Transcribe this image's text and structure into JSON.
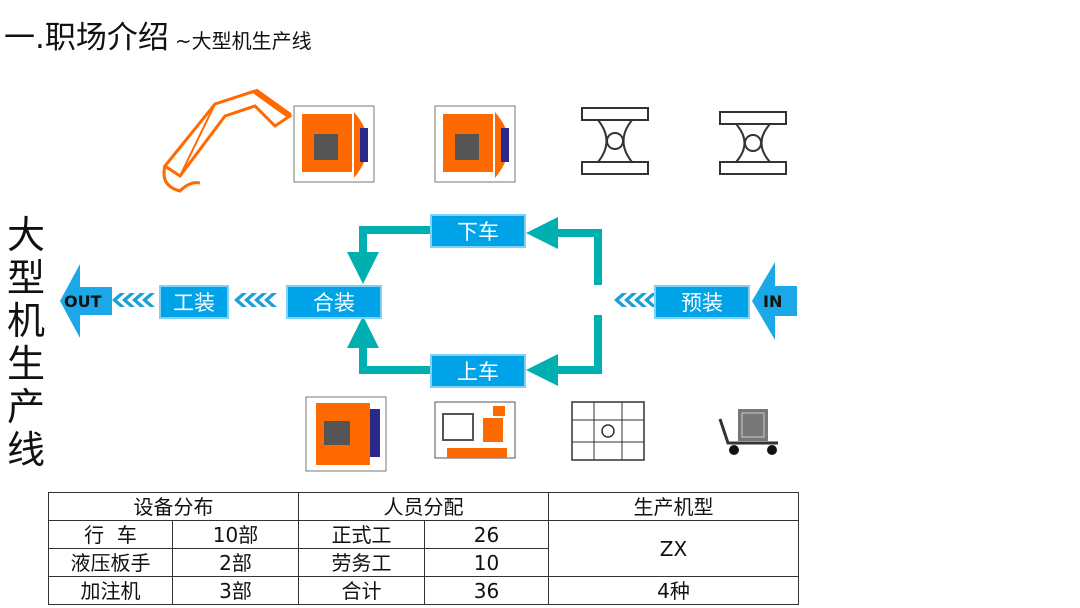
{
  "header": {
    "title": "一.职场介绍",
    "subtitle": "~大型机生产线"
  },
  "side_title": [
    "大",
    "型",
    "机",
    "生",
    "产",
    "线"
  ],
  "flow": {
    "out_label": "OUT",
    "in_label": "IN",
    "nodes": {
      "gongzhuang": "工装",
      "hezhuang": "合装",
      "xiache": "下车",
      "shangche": "上车",
      "yuzhuang": "预装"
    }
  },
  "icons": {
    "top": [
      "excavator-arm-icon",
      "upper-body-icon",
      "upper-body-icon",
      "lower-frame-icon",
      "lower-frame-icon"
    ],
    "bottom": [
      "upper-body-icon",
      "upper-frame-icon",
      "frame-outline-icon",
      "cart-icon"
    ]
  },
  "table": {
    "headers": {
      "equipment": "设备分布",
      "staff": "人员分配",
      "models": "生产机型"
    },
    "rows": [
      {
        "eq_name": "行  车",
        "eq_count": "10部",
        "st_name": "正式工",
        "st_count": "26"
      },
      {
        "eq_name": "液压板手",
        "eq_count": "2部",
        "st_name": "劳务工",
        "st_count": "10"
      },
      {
        "eq_name": "加注机",
        "eq_count": "3部",
        "st_name": "合计",
        "st_count": "36"
      }
    ],
    "model_name": "ZX",
    "model_count": "4种"
  },
  "colors": {
    "node": "#00a2e8",
    "arrow": "#00b0b0",
    "machine": "#ff6a00",
    "io_arrow": "#1aa8e8"
  }
}
